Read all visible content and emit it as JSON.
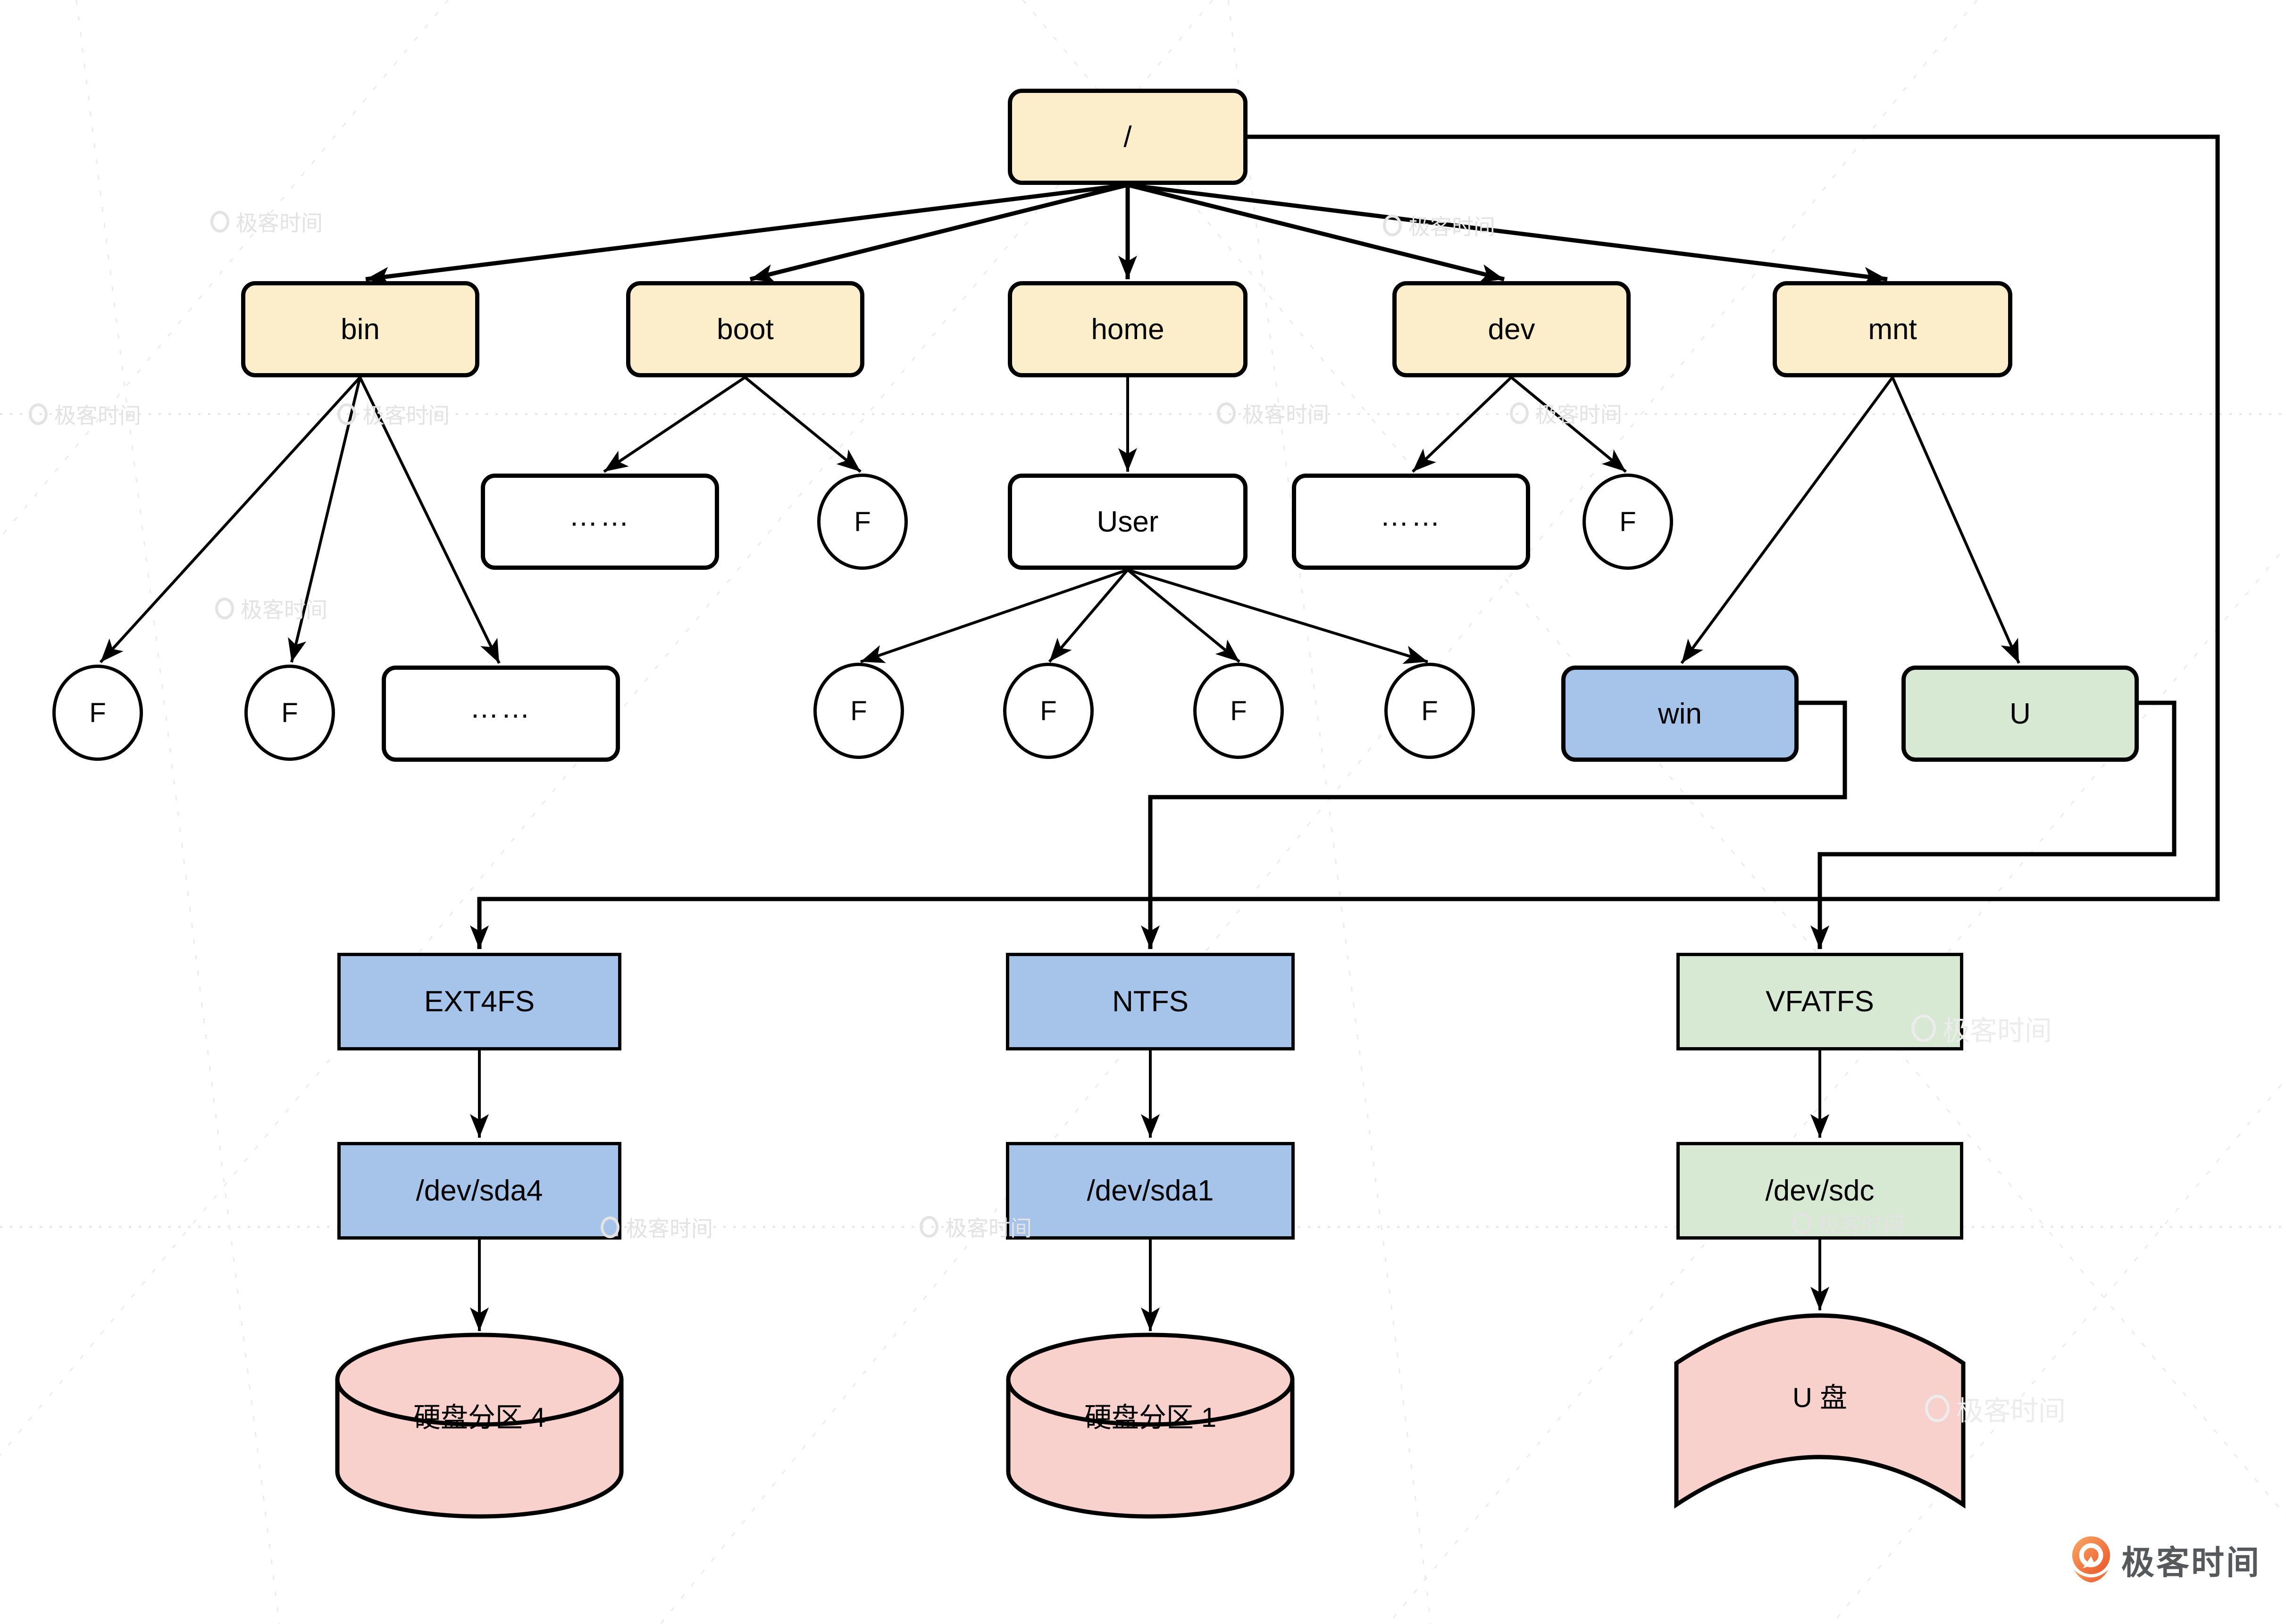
{
  "nodes": {
    "root": "/",
    "bin": "bin",
    "boot": "boot",
    "home": "home",
    "dev": "dev",
    "mnt": "mnt",
    "boot_dots": "……",
    "user": "User",
    "dev_dots": "……",
    "bin_dots": "……",
    "f_bin1": "F",
    "f_bin2": "F",
    "f_boot": "F",
    "f_dev": "F",
    "f_user1": "F",
    "f_user2": "F",
    "f_user3": "F",
    "f_user4": "F",
    "win": "win",
    "u": "U",
    "ext4fs": "EXT4FS",
    "ntfs": "NTFS",
    "vfatfs": "VFATFS",
    "dev_sda4": "/dev/sda4",
    "dev_sda1": "/dev/sda1",
    "dev_sdc": "/dev/sdc",
    "disk4": "硬盘分区 4",
    "disk1": "硬盘分区 1",
    "udisk": "U 盘"
  },
  "watermark": {
    "text": "极客时间"
  },
  "logo": {
    "text": "极客时间"
  },
  "colors": {
    "directory_yellow": "#FCEECB",
    "windows_blue": "#A6C3EA",
    "usb_green": "#D7E8D3",
    "disk_pink": "#F8D0CC",
    "plain_white": "#FFFFFF",
    "line_black": "#000000",
    "watermark_gray": "#E3E3E3",
    "logo_orange": "#EB5328",
    "logo_text_gray": "#57585C"
  }
}
